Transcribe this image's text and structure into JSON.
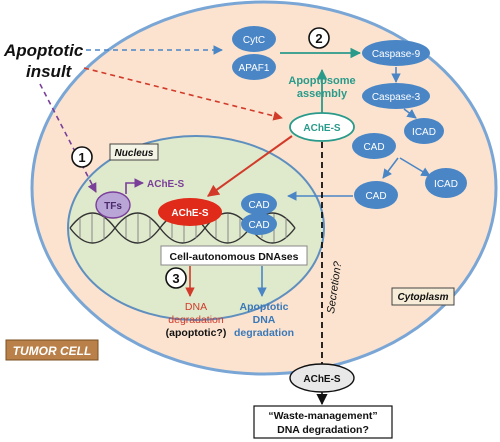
{
  "insult": {
    "line1": "Apoptotic",
    "line2": "insult"
  },
  "nodes": {
    "cytc": "CytC",
    "apaf1": "APAF1",
    "caspase9": "Caspase-9",
    "caspase3": "Caspase-3",
    "icad": "ICAD",
    "cad": "CAD",
    "ache_s": "AChE-S",
    "tfs": "TFs"
  },
  "labels": {
    "apoptosome_line1": "Apoptosome",
    "apoptosome_line2": "assembly",
    "nucleus": "Nucleus",
    "cytoplasm": "Cytoplasm",
    "tumor_cell": "TUMOR CELL",
    "dnases": "Cell-autonomous DNAses",
    "dna_deg_1": "DNA",
    "dna_deg_2": "degradation",
    "dna_deg_3": "(apoptotic?)",
    "apo_dna_1": "Apoptotic",
    "apo_dna_2": "DNA",
    "apo_dna_3": "degradation",
    "secretion": "Secretion?",
    "waste_1": "“Waste-management”",
    "waste_2": "DNA degradation?"
  },
  "steps": [
    "1",
    "2",
    "3"
  ],
  "colors": {
    "cell_fill": "#fbe3cf",
    "cell_stroke": "#7aa6d6",
    "nucleus_fill": "#dfe9cc",
    "node_fill": "#4a86c6",
    "teal": "#2a9a8a",
    "red": "#d23a2a",
    "purple": "#7a3f99",
    "tfs_fill": "#b9a5d6",
    "tumor_fill": "#b9804a"
  }
}
